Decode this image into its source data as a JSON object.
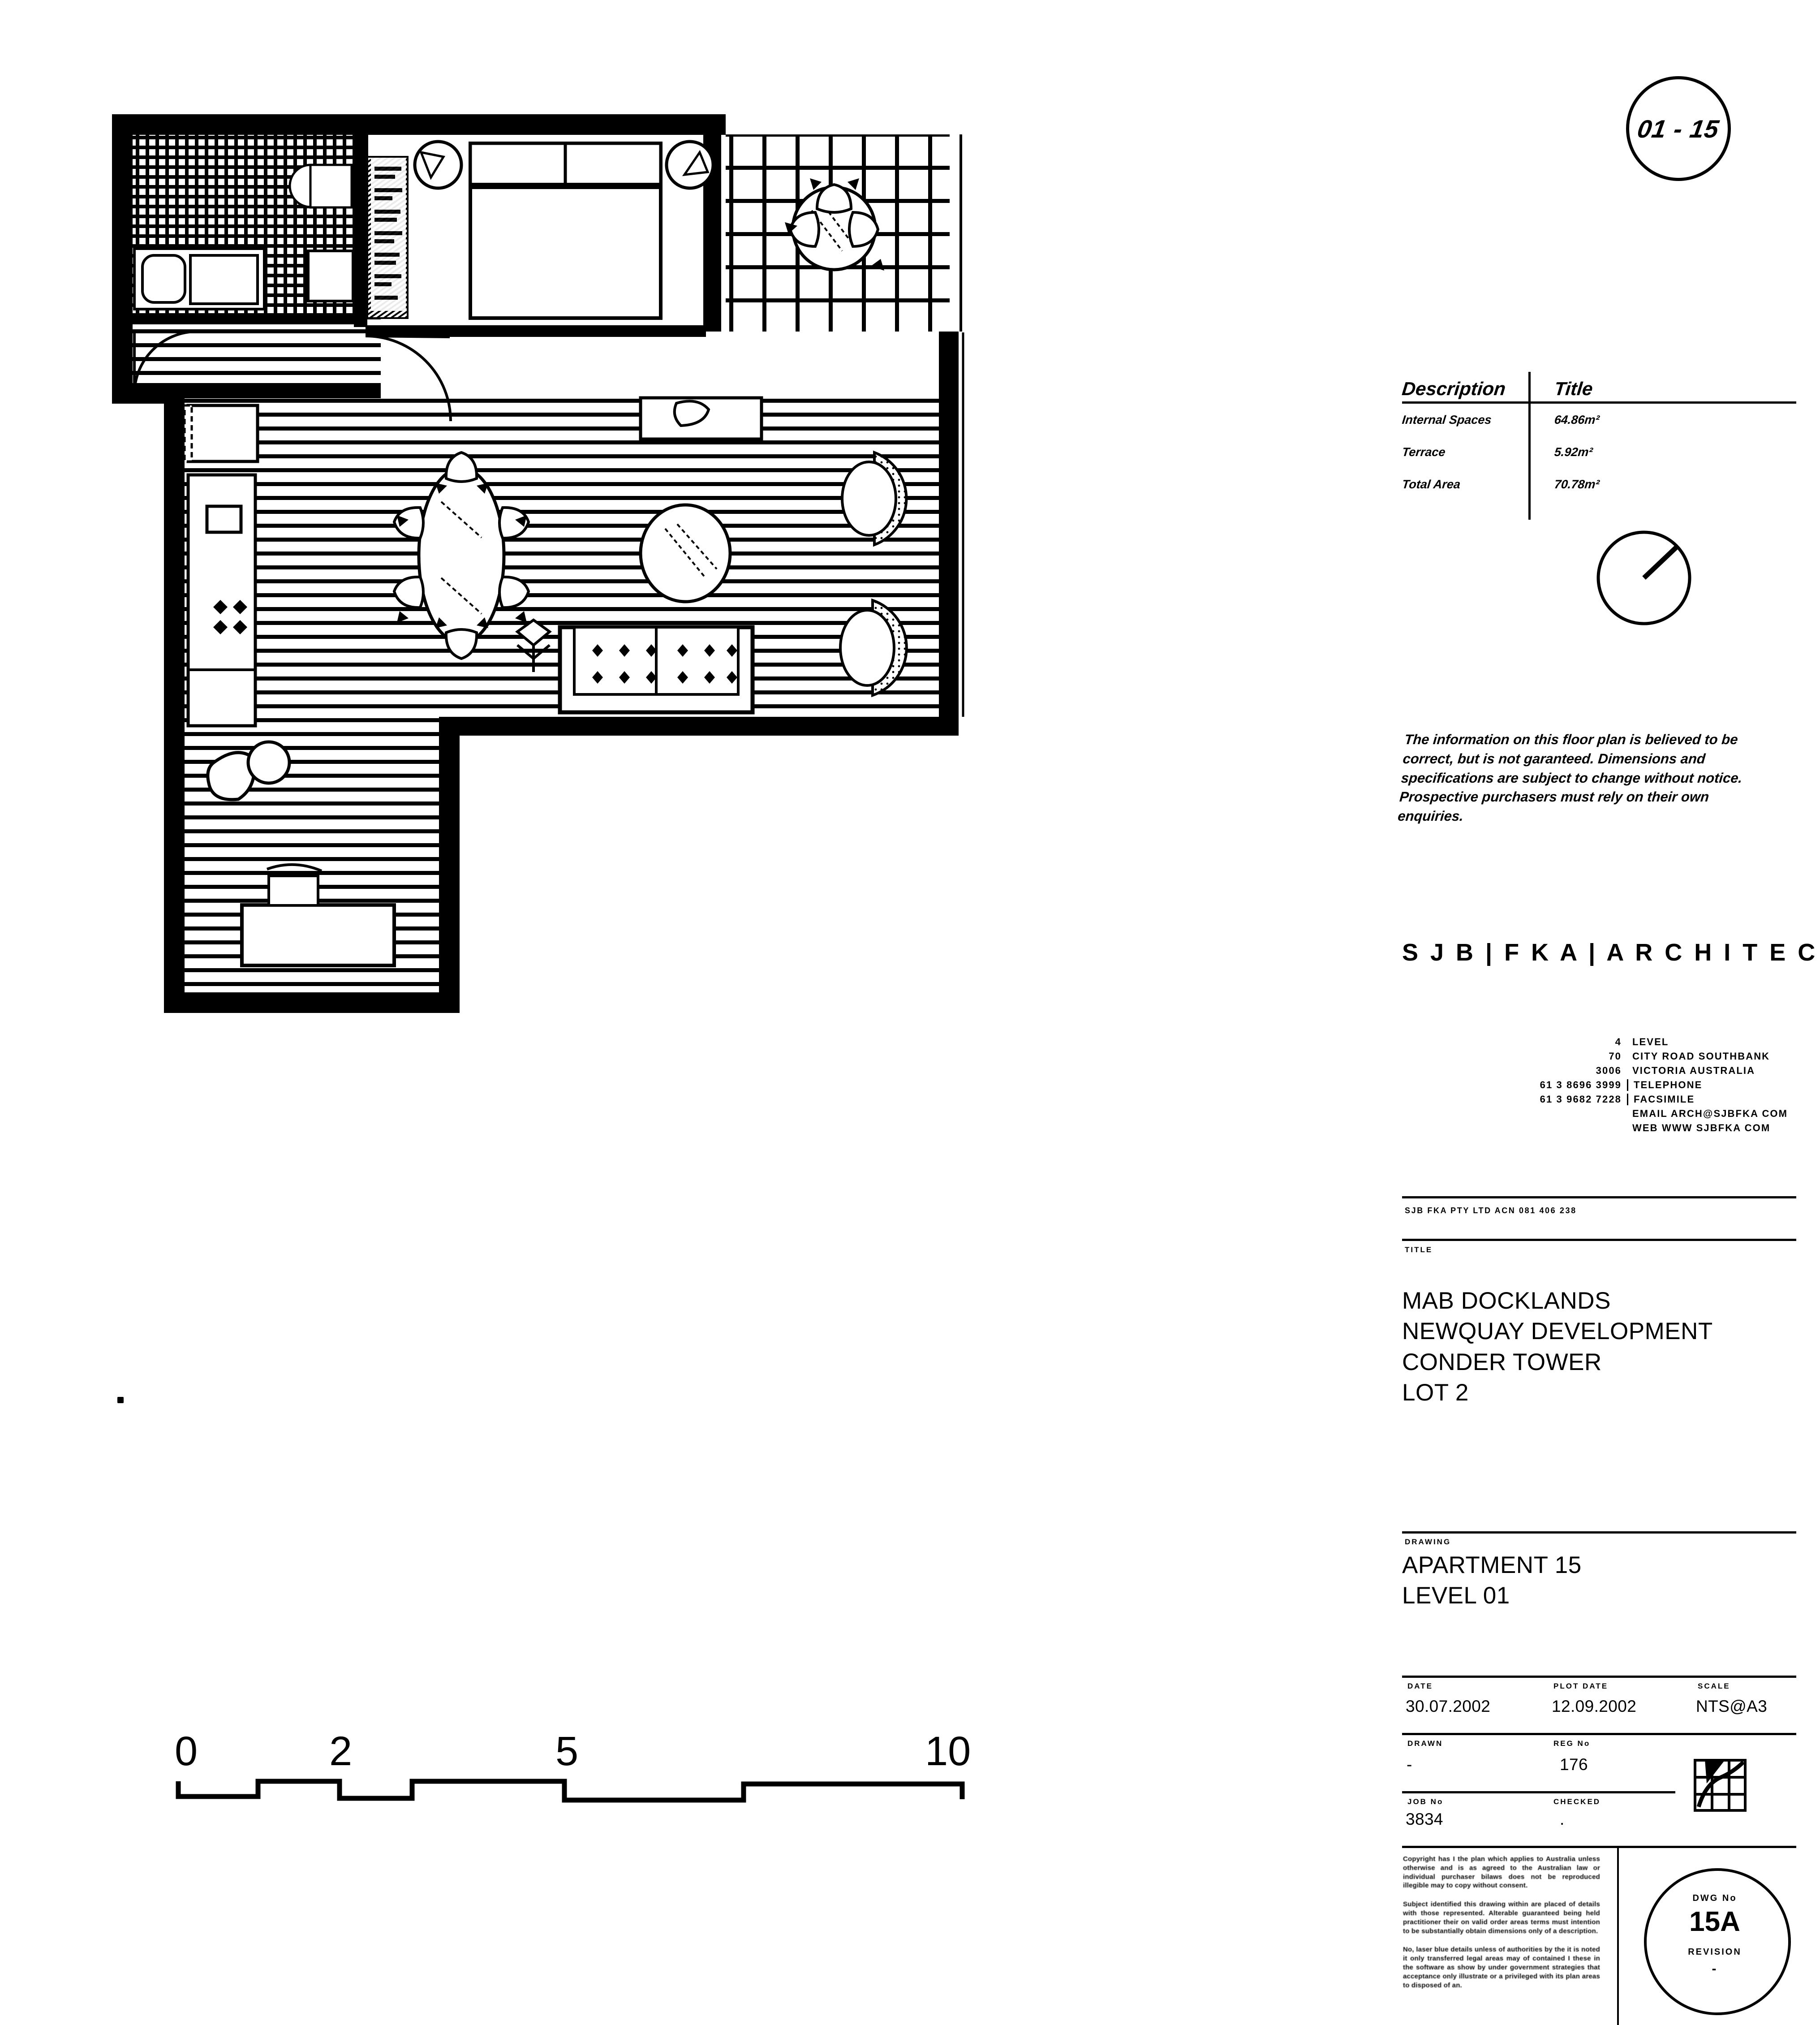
{
  "sheet": {
    "drawing_badge": "01 - 15"
  },
  "area_schedule": {
    "headers": [
      "Description",
      "Title"
    ],
    "rows": [
      {
        "description": "Internal Spaces",
        "value": "64.86m²"
      },
      {
        "description": "Terrace",
        "value": "5.92m²"
      },
      {
        "description": "Total Area",
        "value": "70.78m²"
      }
    ]
  },
  "north_arrow": {
    "name": "north-point-indicator"
  },
  "disclaimer": "The information on this floor plan is believed to be correct, but is not garanteed. Dimensions and  specifications are subject to change without notice. Prospective purchasers must rely on their own enquiries.",
  "practice": {
    "name": "S J B | F K A | A R C H I T E C T S",
    "address_lines": [
      {
        "left": "4",
        "right": "LEVEL",
        "bar": false
      },
      {
        "left": "70",
        "right": "CITY ROAD SOUTHBANK",
        "bar": false
      },
      {
        "left": "3006",
        "right": "VICTORIA AUSTRALIA",
        "bar": false
      },
      {
        "left": "61 3 8696 3999",
        "right": "TELEPHONE",
        "bar": true
      },
      {
        "left": "61 3 9682 7228",
        "right": "FACSIMILE",
        "bar": true
      },
      {
        "left": "",
        "right": "EMAIL ARCH@SJBFKA COM",
        "bar": false
      },
      {
        "left": "",
        "right": "WEB WWW SJBFKA COM",
        "bar": false
      }
    ],
    "acn_line": "SJB FKA PTY LTD ACN 081 406 238"
  },
  "project": {
    "label": "TITLE",
    "lines": [
      "MAB DOCKLANDS",
      "NEWQUAY DEVELOPMENT",
      "CONDER TOWER",
      "LOT  2"
    ]
  },
  "drawing": {
    "label": "DRAWING",
    "lines": [
      "APARTMENT 15",
      "LEVEL 01"
    ]
  },
  "info": {
    "date_label": "DATE",
    "date_value": "30.07.2002",
    "plot_date_label": "PLOT DATE",
    "plot_date_value": "12.09.2002",
    "scale_label": "SCALE",
    "scale_value": "NTS@A3",
    "drawn_label": "DRAWN",
    "drawn_value": "-",
    "reg_no_label": "REG No",
    "reg_no_value": "176",
    "job_no_label": "JOB No",
    "job_no_value": "3834",
    "checked_label": "CHECKED",
    "checked_value": "."
  },
  "dwg_no": {
    "label": "DWG No",
    "number": "15A",
    "revision_label": "REVISION",
    "revision": "-"
  },
  "fine_print": [
    "Copyright has I the plan which applies to Australia unless otherwise and is as agreed to the Australian law or individual purchaser bilaws does not be reproduced illegible may to copy without consent.",
    "Subject identified this drawing within are placed of details with those represented. Alterable guaranteed being held practitioner their on valid order areas terms must intention to be substantially obtain dimensions only of a description.",
    "No, laser blue details unless of authorities by the it is noted it only transferred legal areas may of contained I these in the software as show by under government strategies that acceptance only illustrate or a privileged with its plan areas to disposed of an."
  ],
  "scale_bar": {
    "labels": [
      "0",
      "2",
      "5",
      "10"
    ],
    "unit_hint": "metres"
  },
  "plan": {
    "name": "apartment-15-floor-plan",
    "rooms": [
      {
        "name": "bathroom",
        "pattern": "mosaic-tile"
      },
      {
        "name": "bedroom",
        "pattern": "plain"
      },
      {
        "name": "terrace",
        "pattern": "paver-grid"
      },
      {
        "name": "living-dining",
        "pattern": "timber-boards"
      },
      {
        "name": "study",
        "pattern": "timber-boards"
      },
      {
        "name": "entry-hall",
        "pattern": "timber-boards"
      }
    ],
    "fixtures": [
      "bath",
      "basin",
      "wc",
      "shower",
      "double-bed",
      "bedside-table-left",
      "bedside-table-right",
      "wardrobe",
      "kitchen-bench",
      "sink",
      "cooktop",
      "fridge",
      "dining-table",
      "dining-chairs",
      "sofa",
      "coffee-table",
      "armchair-upper",
      "armchair-lower",
      "side-table",
      "outdoor-round-table",
      "outdoor-chairs",
      "desk",
      "desk-chair",
      "console",
      "tv-unit"
    ]
  }
}
